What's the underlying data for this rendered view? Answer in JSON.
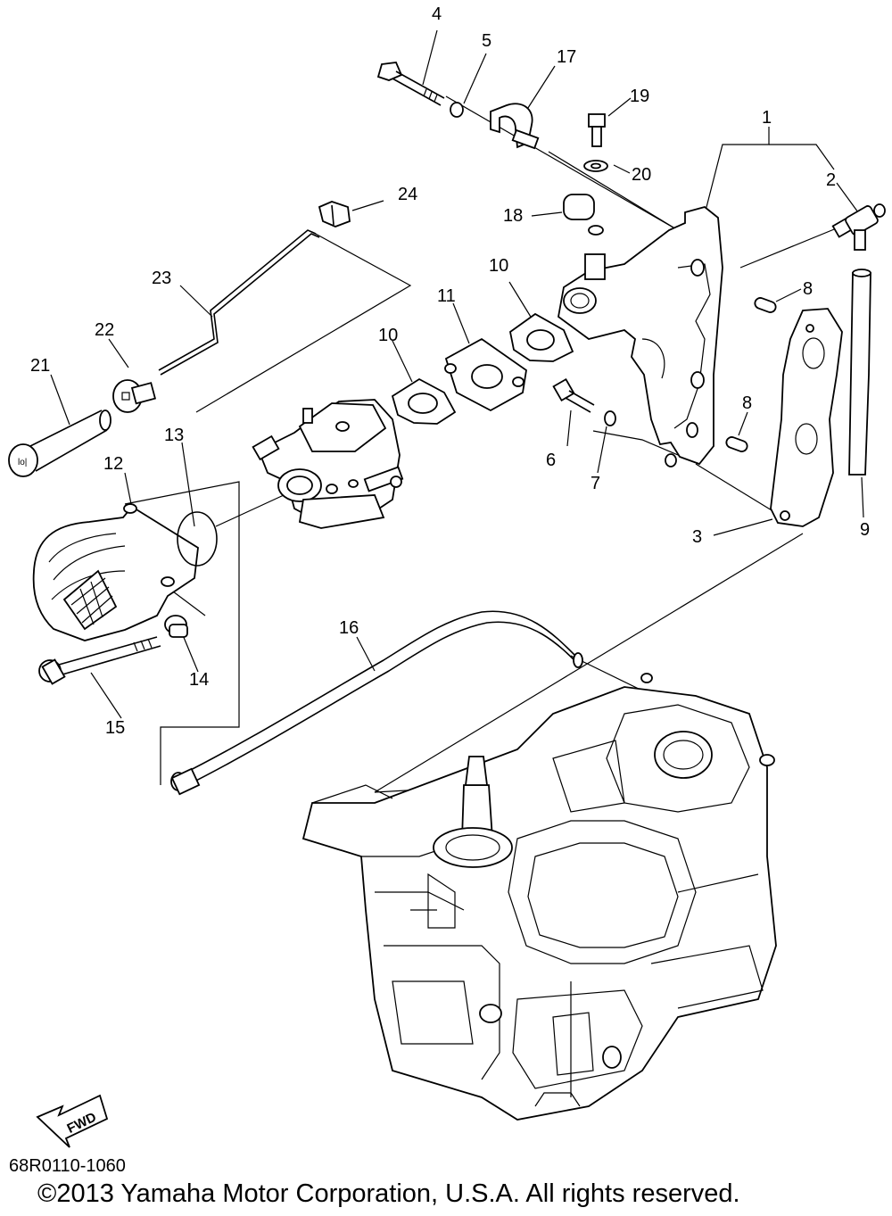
{
  "diagram": {
    "fwd_label": "FWD",
    "code": "68R0110-1060",
    "copyright": "©2013 Yamaha Motor Corporation, U.S.A. All rights reserved."
  },
  "labels": {
    "p1": "1",
    "p2": "2",
    "p3": "3",
    "p4": "4",
    "p5": "5",
    "p6": "6",
    "p7": "7",
    "p8a": "8",
    "p8b": "8",
    "p9": "9",
    "p10a": "10",
    "p10b": "10",
    "p11": "11",
    "p12": "12",
    "p13": "13",
    "p14": "14",
    "p15": "15",
    "p16": "16",
    "p17": "17",
    "p18": "18",
    "p19": "19",
    "p20": "20",
    "p21": "21",
    "p22": "22",
    "p23": "23",
    "p24": "24"
  }
}
